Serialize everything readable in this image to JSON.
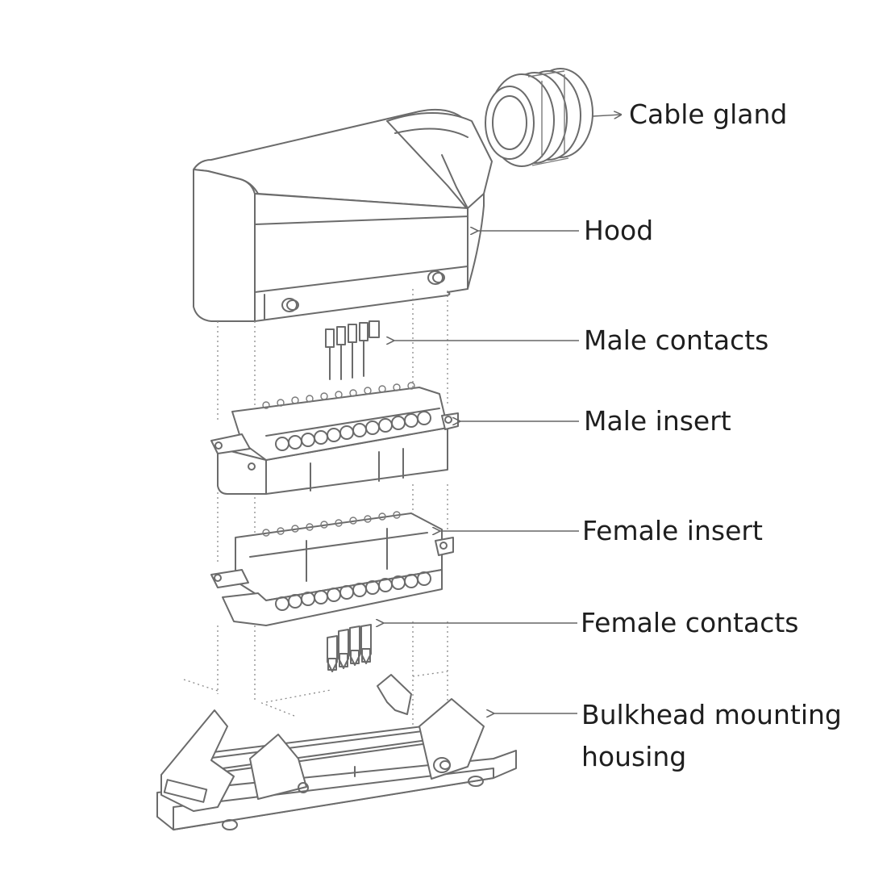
{
  "diagram": {
    "labels": {
      "cable_gland": "Cable gland",
      "hood": "Hood",
      "male_contacts": "Male contacts",
      "male_insert": "Male insert",
      "female_insert": "Female insert",
      "female_contacts": "Female contacts",
      "bulkhead_mounting_housing": "Bulkhead mounting\nhousing"
    },
    "line_color": "#6b6b6b",
    "text_color": "#1e1e1e"
  }
}
